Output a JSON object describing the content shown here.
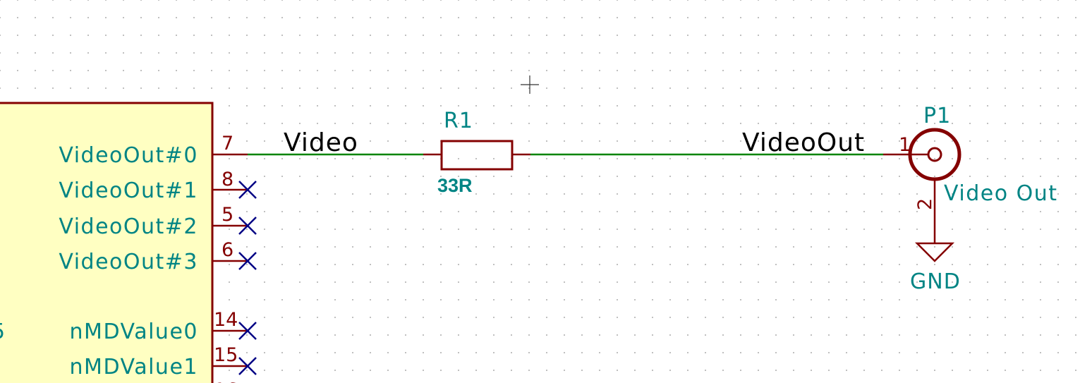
{
  "colors": {
    "background": "#ffffff",
    "grid_dot": "#b4b4b4",
    "component_body": "#840000",
    "component_fill": "#ffffc2",
    "wire": "#008400",
    "no_connect": "#000084",
    "text_field": "#008484",
    "net_label": "#000000"
  },
  "ic": {
    "pins": [
      {
        "name": "VideoOut#0",
        "number": "7",
        "connected": true
      },
      {
        "name": "VideoOut#1",
        "number": "8",
        "connected": false
      },
      {
        "name": "VideoOut#2",
        "number": "5",
        "connected": false
      },
      {
        "name": "VideoOut#3",
        "number": "6",
        "connected": false
      },
      {
        "name": "nMDValue0",
        "number": "14",
        "connected": false
      },
      {
        "name": "nMDValue1",
        "number": "15",
        "connected": false
      }
    ]
  },
  "nets": {
    "video": "Video",
    "video_out": "VideoOut"
  },
  "resistor": {
    "reference": "R1",
    "value": "33R"
  },
  "connector": {
    "reference": "P1",
    "value": "Video Out",
    "pin1": "1",
    "pin2": "2",
    "icon": "bnc-coax-connector-icon"
  },
  "power": {
    "label": "GND",
    "icon": "ground-symbol-icon"
  },
  "cursor": {
    "icon": "crosshair-cursor-icon"
  }
}
